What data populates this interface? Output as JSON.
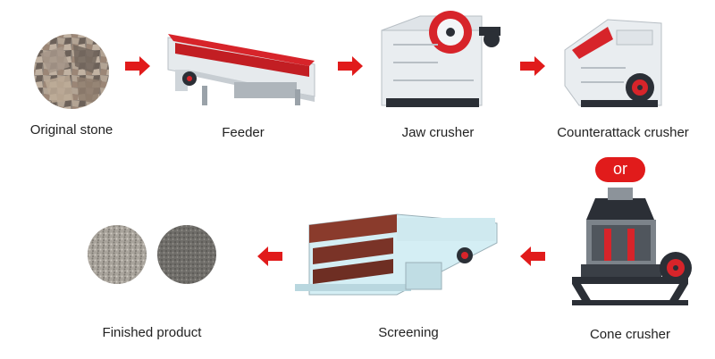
{
  "steps": {
    "original_stone": "Original stone",
    "feeder": "Feeder",
    "jaw_crusher": "Jaw crusher",
    "counterattack_crusher": "Counterattack crusher",
    "cone_crusher": "Cone crusher",
    "screening": "Screening",
    "finished_product": "Finished product"
  },
  "or_badge": "or",
  "colors": {
    "arrow": "#e11b1b",
    "machine_body": "#e9edf0",
    "machine_red": "#d7242a",
    "machine_dark": "#2b2f36",
    "stone": "#8a7f74",
    "gravel_light": "#a9a49c",
    "gravel_dark": "#6f6d69"
  }
}
